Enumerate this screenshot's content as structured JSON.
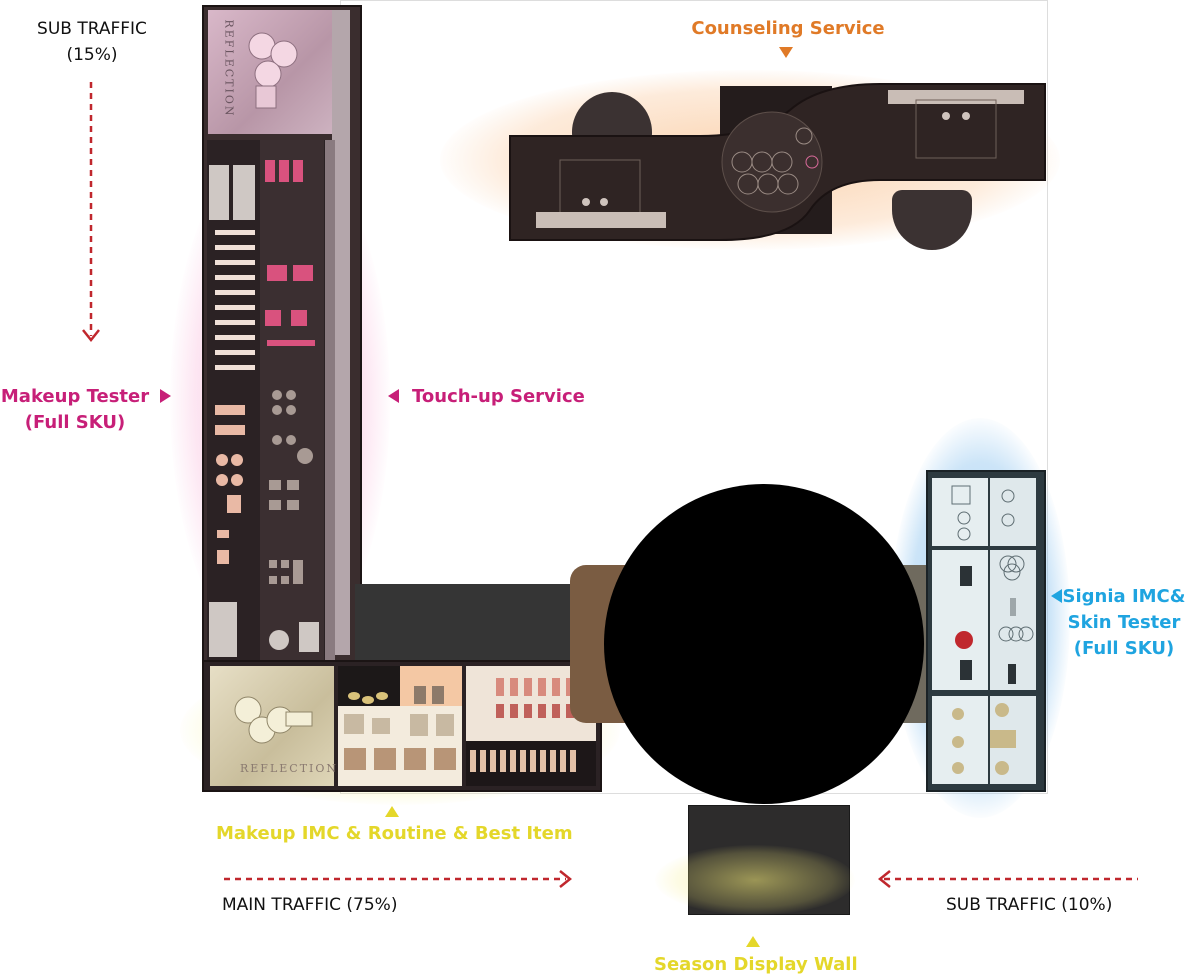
{
  "labels": {
    "sub_traffic_top": {
      "title": "SUB TRAFFIC",
      "pct": "(15%)"
    },
    "counseling": "Counseling Service",
    "makeup_tester": {
      "line1": "Makeup Tester",
      "line2": "(Full SKU)"
    },
    "touch_up": "Touch-up Service",
    "signia": {
      "line1": "Signia IMC&",
      "line2": "Skin Tester",
      "line3": "(Full SKU)"
    },
    "makeup_imc": "Makeup IMC & Routine & Best Item",
    "main_traffic": "MAIN TRAFFIC (75%)",
    "sub_traffic_right": "SUB TRAFFIC (10%)",
    "season_wall": "Season Display Wall"
  },
  "brand": {
    "name": "REFLECTION"
  },
  "colors": {
    "magenta": "#c71f78",
    "orange": "#e07a27",
    "yellow": "#e4d72a",
    "blue": "#1fa4e0",
    "traffic_arrow": "#c0272d",
    "counter": "#2b2221",
    "round_table": "#000000"
  },
  "icons": {
    "traffic": "dashed-arrow-icon",
    "pointer": "triangle-pointer-icon"
  }
}
